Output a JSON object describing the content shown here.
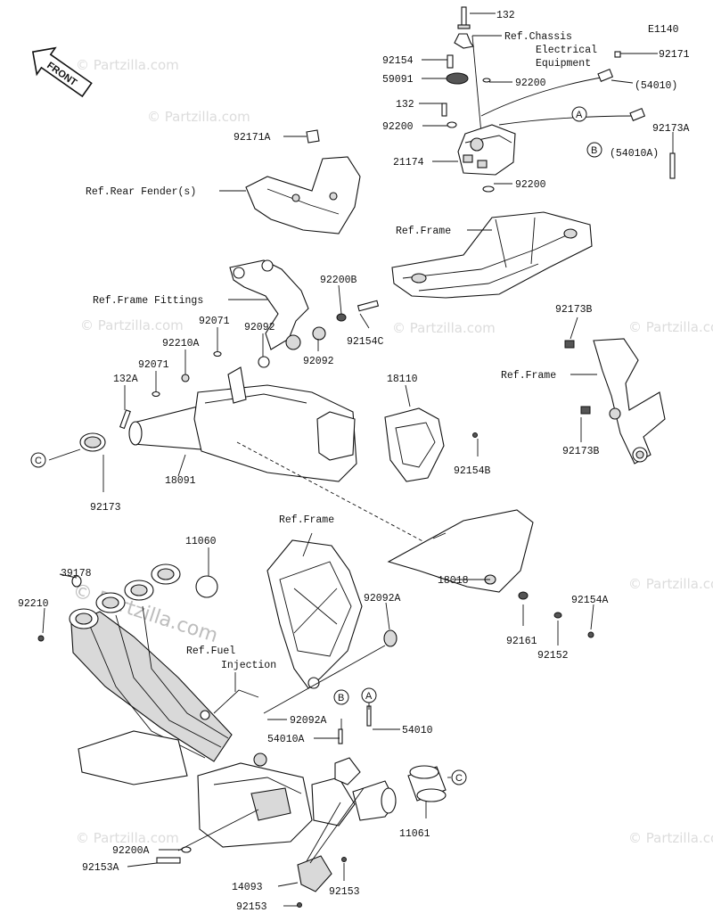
{
  "diagram_code": "E1140",
  "front_label": "FRONT",
  "watermark": "© Partzilla.com",
  "watermark_big": "© Partzilla.com",
  "refs": {
    "chassis_line1": "Ref.Chassis",
    "chassis_line2": "Electrical",
    "chassis_line3": "Equipment",
    "rear_fender": "Ref.Rear Fender(s)",
    "frame_top": "Ref.Frame",
    "frame_fittings": "Ref.Frame Fittings",
    "frame_right": "Ref.Frame",
    "frame_mid": "Ref.Frame",
    "fuel_line1": "Ref.Fuel",
    "fuel_line2": "Injection"
  },
  "callouts": {
    "a": "A",
    "b": "B",
    "c": "C"
  },
  "parts": {
    "p132_top": "132",
    "p92154": "92154",
    "p59091": "59091",
    "p132_mid": "132",
    "p92200_a": "92200",
    "p92200_b": "92200",
    "p21174": "21174",
    "p92200_c": "92200",
    "p92171": "92171",
    "p54010_paren": "(54010)",
    "p92173A": "92173A",
    "p54010A_paren": "(54010A)",
    "p92171A": "92171A",
    "p92200B": "92200B",
    "p92071_a": "92071",
    "p92092_a": "92092",
    "p92210A": "92210A",
    "p92154C": "92154C",
    "p92092_b": "92092",
    "p92071_b": "92071",
    "p132A": "132A",
    "p18110": "18110",
    "p92173B_top": "92173B",
    "p92173B_bot": "92173B",
    "p18091": "18091",
    "p92154B": "92154B",
    "p92173": "92173",
    "p11060": "11060",
    "p39178": "39178",
    "p92210": "92210",
    "p92092A_a": "92092A",
    "p18018": "18018",
    "p92154A": "92154A",
    "p92161": "92161",
    "p92152": "92152",
    "p92092A_b": "92092A",
    "p54010A": "54010A",
    "p54010": "54010",
    "p11061": "11061",
    "p92200A": "92200A",
    "p92153A": "92153A",
    "p14093": "14093",
    "p92153_a": "92153",
    "p92153_b": "92153"
  }
}
